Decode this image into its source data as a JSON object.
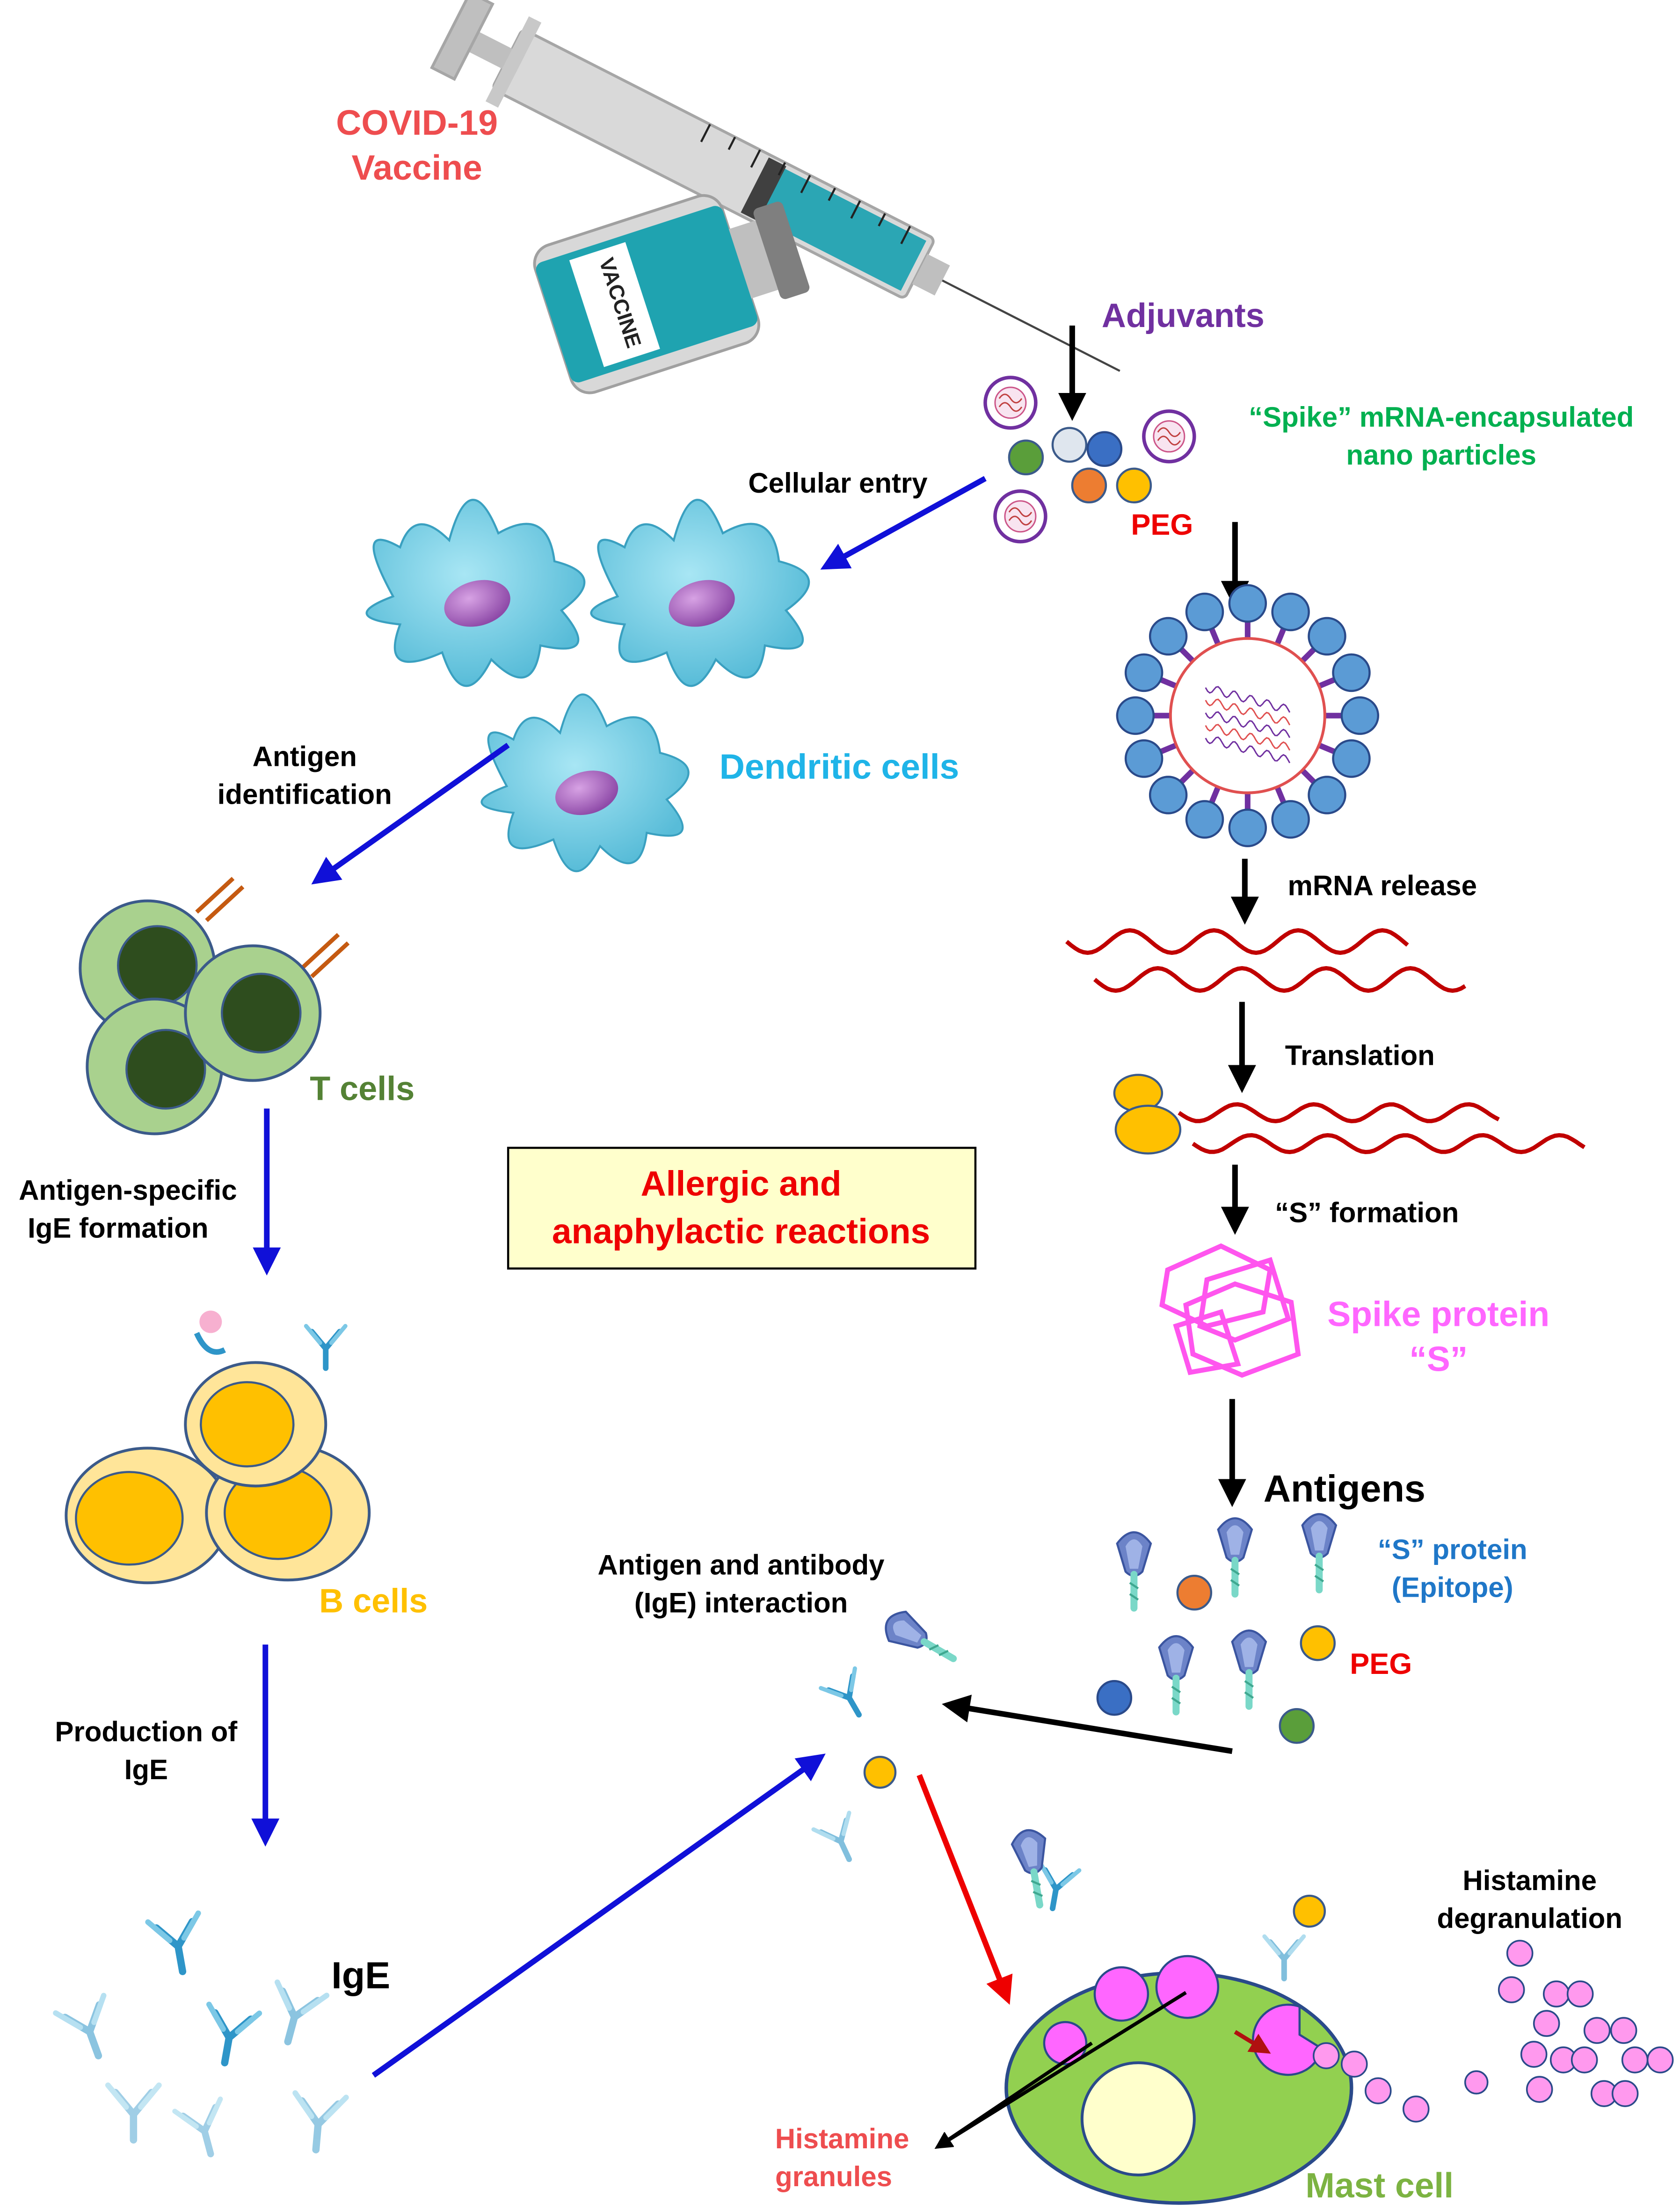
{
  "labels": {
    "vaccine_title_1": "COVID-19",
    "vaccine_title_2": "Vaccine",
    "vial_label": "VACCINE",
    "adjuvants": "Adjuvants",
    "nano_1": "“Spike” mRNA-encapsulated",
    "nano_2": "nano particles",
    "peg_top": "PEG",
    "cellular_entry": "Cellular entry",
    "dendritic_cells": "Dendritic cells",
    "antigen_ident_1": "Antigen",
    "antigen_ident_2": "identification",
    "t_cells": "T cells",
    "mrna_release": "mRNA release",
    "translation": "Translation",
    "s_formation": "“S” formation",
    "allergic_1": "Allergic and",
    "allergic_2": "anaphylactic reactions",
    "spike_1": "Spike protein",
    "spike_2": "“S”",
    "antigen_specific_1": "Antigen-specific",
    "antigen_specific_2": "IgE formation",
    "b_cells": "B cells",
    "antigens": "Antigens",
    "s_protein_1": "“S” protein",
    "s_protein_2": "(Epitope)",
    "peg_bottom": "PEG",
    "interaction_1": "Antigen and antibody",
    "interaction_2": "(IgE) interaction",
    "production_1": "Production of",
    "production_2": "IgE",
    "ige": "IgE",
    "histamine_degran_1": "Histamine",
    "histamine_degran_2": "degranulation",
    "histamine_granules_1": "Histamine",
    "histamine_granules_2": "granules",
    "mast_cell": "Mast cell"
  },
  "colors": {
    "coral": "#ee4d4f",
    "purple": "#7030a0",
    "green_text": "#00b050",
    "cyan_text": "#1fb4e8",
    "tcell_green": "#548235",
    "bcell_yellow": "#ffc000",
    "pink": "#ff66ff",
    "blue_text": "#1f77c8",
    "red": "#ee0000",
    "blue_arrow": "#1010d8"
  }
}
